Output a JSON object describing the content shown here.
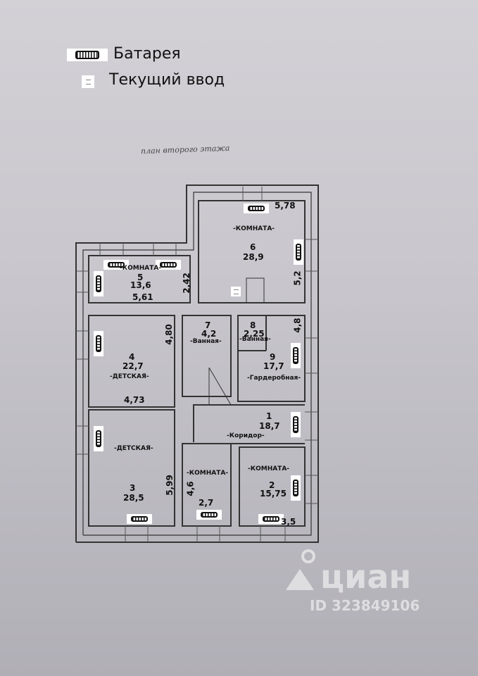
{
  "legend": {
    "battery": "Батарея",
    "current_input": "Текущий ввод"
  },
  "plan_title": "план второго этажа",
  "rooms": [
    {
      "number": "6",
      "area": "28,9",
      "name": "-КОМНАТА-",
      "dim_a": "5,78",
      "dim_b": "5,2"
    },
    {
      "number": "5",
      "area": "13,6",
      "name": "-КОМНАТА-",
      "dim_a": "5,61",
      "dim_b": "2,42"
    },
    {
      "number": "4",
      "area": "22,7",
      "name": "-ДЕТСКАЯ-",
      "dim_a": "4,73",
      "dim_b": "4,80"
    },
    {
      "number": "7",
      "area": "4,2",
      "name": "-Ванная-"
    },
    {
      "number": "8",
      "area": "2,25",
      "name": "-Ванная-",
      "dim_b": "4,8"
    },
    {
      "number": "9",
      "area": "17,7",
      "name": "-Гардеробная-"
    },
    {
      "number": "1",
      "area": "18,7",
      "name": "-Коридор-"
    },
    {
      "number": "3",
      "area": "28,5",
      "name": "-ДЕТСКАЯ-",
      "dim_b": "5,99"
    },
    {
      "name": "-КОМНАТА-",
      "dim_a": "2,7",
      "dim_b": "4,6"
    },
    {
      "number": "2",
      "area": "15,75",
      "name": "-КОМНАТА-",
      "dim_a": "3,5"
    }
  ],
  "watermark": {
    "brand": "циан",
    "id": "ID 323849106"
  }
}
